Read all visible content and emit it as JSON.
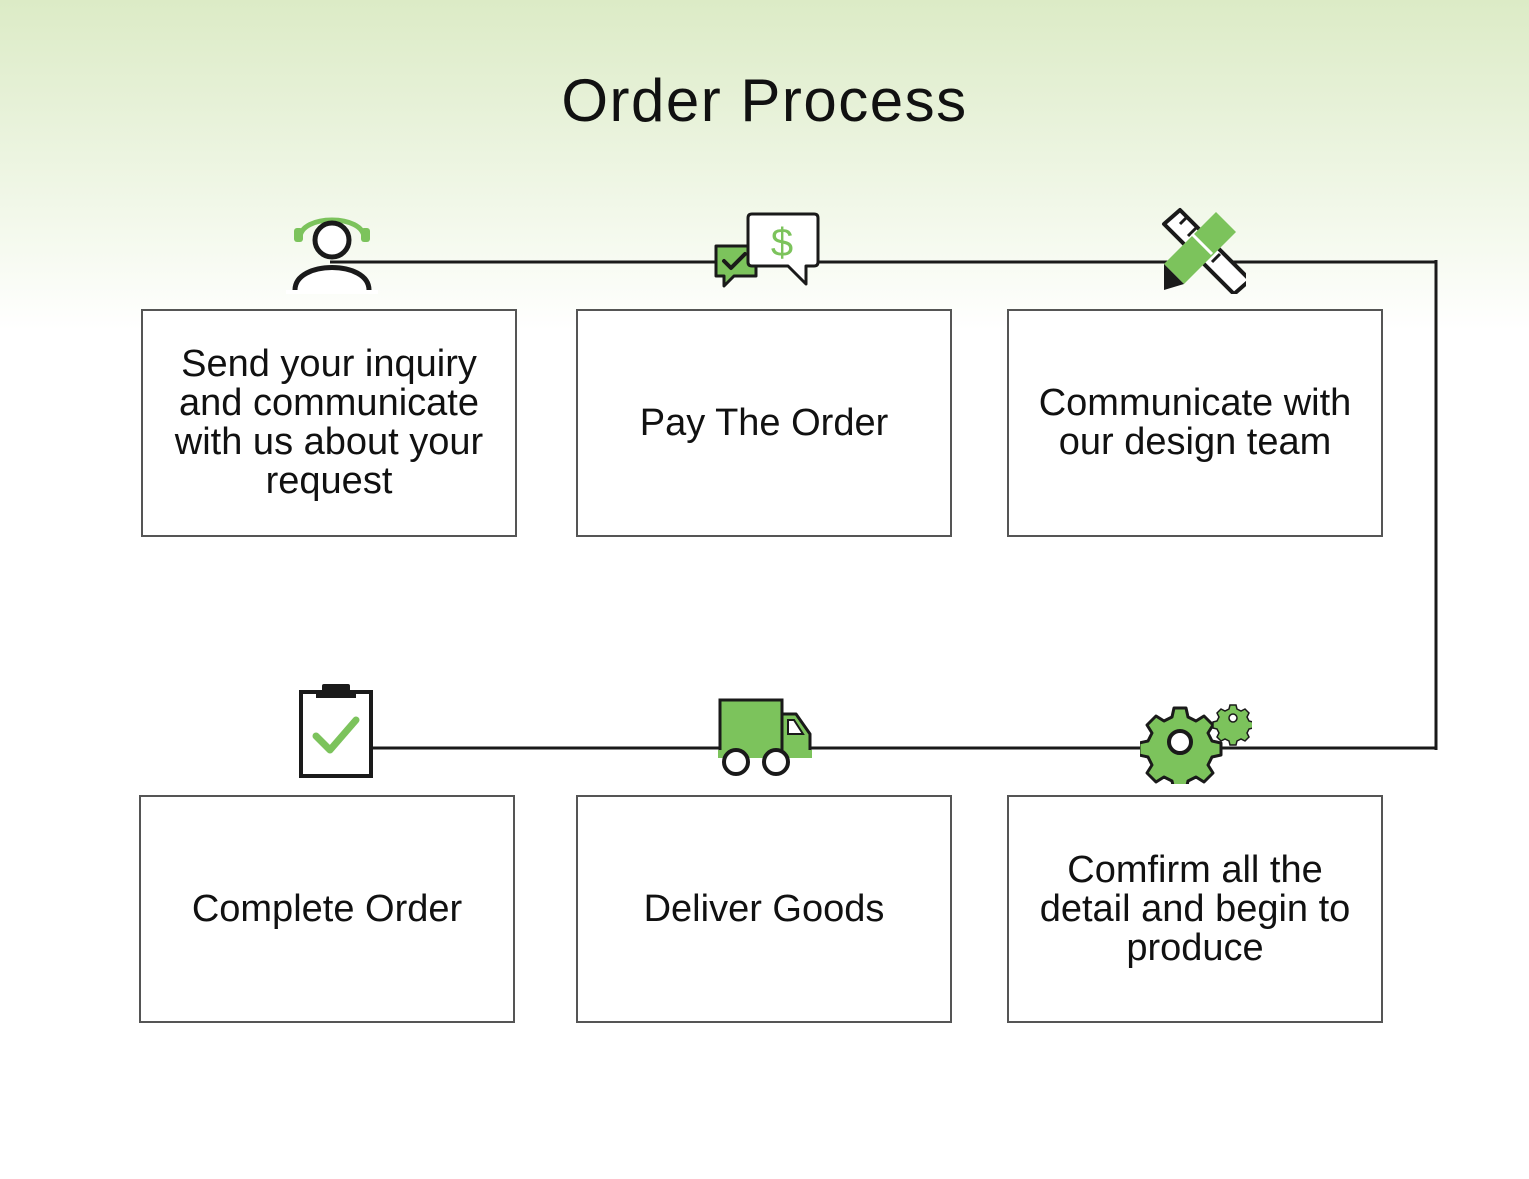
{
  "title": "Order Process",
  "colors": {
    "accent": "#7cc35c",
    "line": "#1a1a1a",
    "box_border": "#555555"
  },
  "steps": [
    {
      "label": "Send your inquiry and communicate with us about your request",
      "icon": "customer-service-icon"
    },
    {
      "label": "Pay The Order",
      "icon": "payment-chat-icon"
    },
    {
      "label": "Communicate with our design team",
      "icon": "design-pencil-icon"
    },
    {
      "label": "Comfirm all the detail and begin to produce",
      "icon": "gears-icon"
    },
    {
      "label": "Deliver Goods",
      "icon": "delivery-truck-icon"
    },
    {
      "label": "Complete Order",
      "icon": "clipboard-check-icon"
    }
  ]
}
